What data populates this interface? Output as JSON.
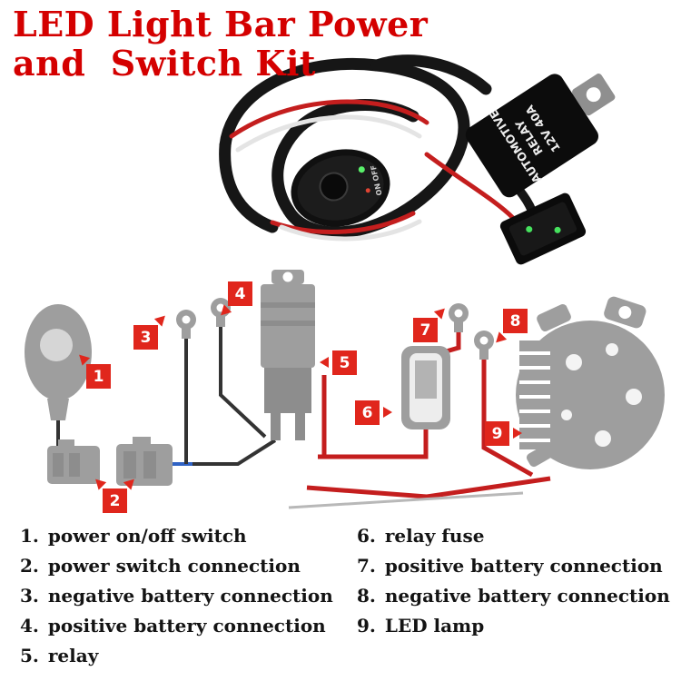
{
  "title": {
    "line1": "LED Light Bar Power",
    "line2": "and  Switch Kit"
  },
  "photo": {
    "relay": {
      "line1": "AUTOMOTIVE",
      "line2": "RELAY",
      "line3": "12V 40A"
    },
    "switch_label": "ON OFF"
  },
  "callouts": [
    {
      "n": "1"
    },
    {
      "n": "2"
    },
    {
      "n": "3"
    },
    {
      "n": "4"
    },
    {
      "n": "5"
    },
    {
      "n": "6"
    },
    {
      "n": "7"
    },
    {
      "n": "8"
    },
    {
      "n": "9"
    }
  ],
  "legend": {
    "items": [
      {
        "n": "1.",
        "label": "power on/off switch"
      },
      {
        "n": "2.",
        "label": "power switch connection"
      },
      {
        "n": "3.",
        "label": "negative battery connection"
      },
      {
        "n": "4.",
        "label": "positive battery connection"
      },
      {
        "n": "5.",
        "label": "relay"
      },
      {
        "n": "6.",
        "label": "relay fuse"
      },
      {
        "n": "7.",
        "label": "positive battery connection"
      },
      {
        "n": "8.",
        "label": "negative battery connection"
      },
      {
        "n": "9.",
        "label": "LED lamp"
      }
    ]
  },
  "colors": {
    "title-red": "#d40000",
    "callout-red": "#e0261c",
    "wire-red": "#c41e1e",
    "blue-wire": "#2f62c4",
    "diagram-gray": "#9e9e9e"
  }
}
